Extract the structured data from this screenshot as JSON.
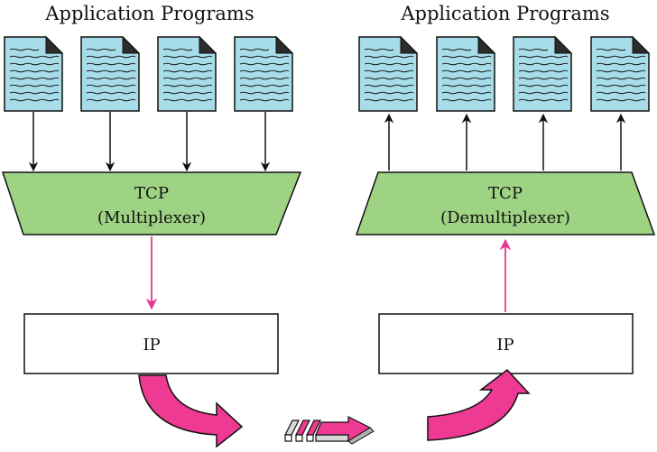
{
  "left": {
    "title": "Application Programs",
    "tcp_label": "TCP",
    "tcp_role": "(Multiplexer)",
    "ip_label": "IP"
  },
  "right": {
    "title": "Application Programs",
    "tcp_label": "TCP",
    "tcp_role": "(Demultiplexer)",
    "ip_label": "IP"
  },
  "colors": {
    "document_fill": "#a6dde9",
    "document_corner": "#2c2c2c",
    "tcp_fill": "#9ed384",
    "ip_fill": "#ffffff",
    "flow_arrow": "#e8388f",
    "flow_arrow_fill": "#ee3a93",
    "packet_fill": "#d8d8d8"
  },
  "icons": {
    "document": "document-icon",
    "packet": "packet-icon"
  }
}
